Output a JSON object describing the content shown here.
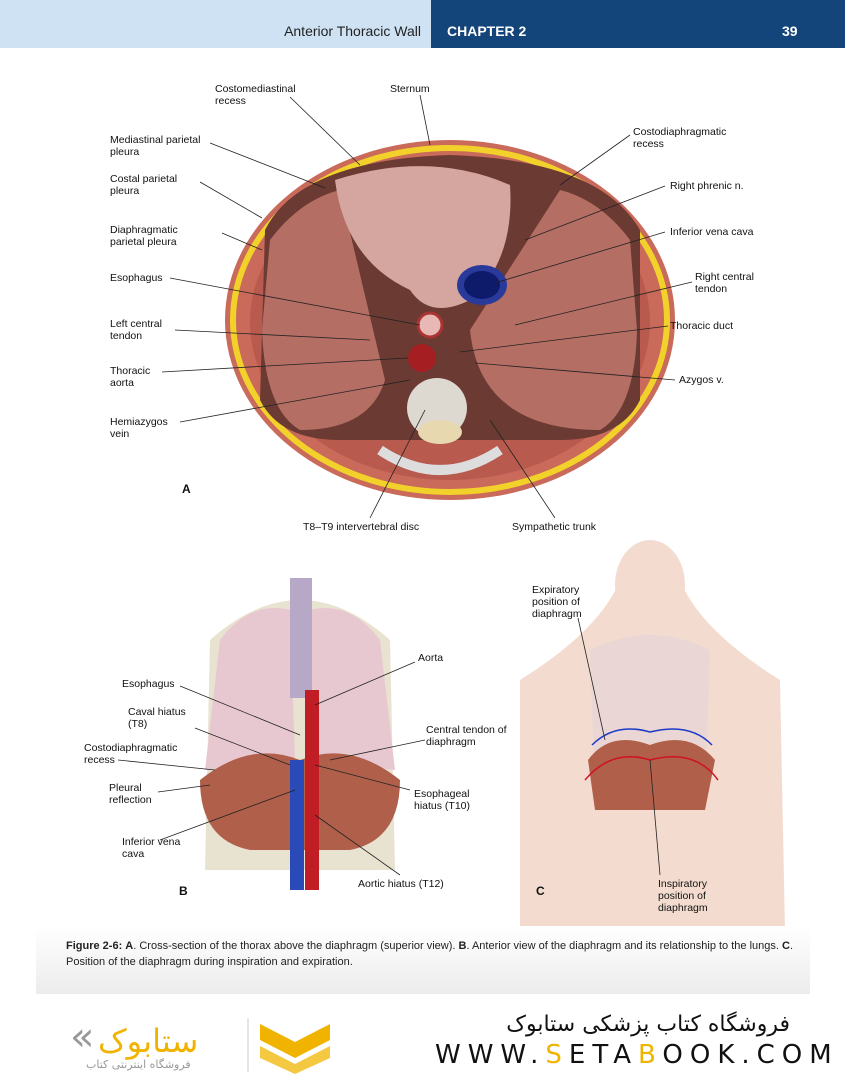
{
  "header": {
    "section_title": "Anterior Thoracic Wall",
    "chapter": "CHAPTER 2",
    "page_number": "39"
  },
  "figure_a": {
    "panel_label": "A",
    "labels": {
      "costomediastinal_recess": "Costomediastinal recess",
      "sternum": "Sternum",
      "mediastinal_parietal_pleura": "Mediastinal parietal pleura",
      "costal_parietal_pleura": "Costal parietal pleura",
      "diaphragmatic_parietal_pleura": "Diaphragmatic parietal pleura",
      "esophagus": "Esophagus",
      "left_central_tendon": "Left central tendon",
      "thoracic_aorta": "Thoracic aorta",
      "hemiazygos_vein": "Hemiazygos vein",
      "costodiaphragmatic_recess": "Costodiaphragmatic recess",
      "right_phrenic_n": "Right phrenic n.",
      "inferior_vena_cava": "Inferior vena cava",
      "right_central_tendon": "Right central tendon",
      "thoracic_duct": "Thoracic duct",
      "azygos_v": "Azygos v.",
      "t8_t9_disc": "T8–T9 intervertebral disc",
      "sympathetic_trunk": "Sympathetic trunk"
    }
  },
  "figure_b": {
    "panel_label": "B",
    "labels": {
      "esophagus": "Esophagus",
      "caval_hiatus": "Caval hiatus (T8)",
      "costodiaphragmatic_recess": "Costodiaphragmatic recess",
      "pleural_reflection": "Pleural reflection",
      "inferior_vena_cava": "Inferior vena cava",
      "aorta": "Aorta",
      "central_tendon": "Central tendon of diaphragm",
      "esophageal_hiatus": "Esophageal hiatus (T10)",
      "aortic_hiatus": "Aortic hiatus (T12)"
    }
  },
  "figure_c": {
    "panel_label": "C",
    "labels": {
      "expiratory": "Expiratory position of diaphragm",
      "inspiratory": "Inspiratory position of diaphragm"
    }
  },
  "caption": {
    "figure_id": "Figure 2-6:",
    "a_label": "A",
    "a_text": ". Cross-section of the thorax above the diaphragm (superior view). ",
    "b_label": "B",
    "b_text": ". Anterior view of the diaphragm and its relationship to the lungs. ",
    "c_label": "C",
    "c_text": ". Position of the diaphragm during inspiration and expiration."
  },
  "footer": {
    "store_name_fa": "فروشگاه کتاب پزشکی ستابوک",
    "url_prefix": "WWW.",
    "url_s": "S",
    "url_eta": "ETA",
    "url_b": "B",
    "url_suffix": "OOK.COM",
    "logo_text": "ستابوک",
    "logo_subtitle_fa": "فروشگاه اینترنتی کتاب",
    "accent_color": "#f0b400"
  }
}
